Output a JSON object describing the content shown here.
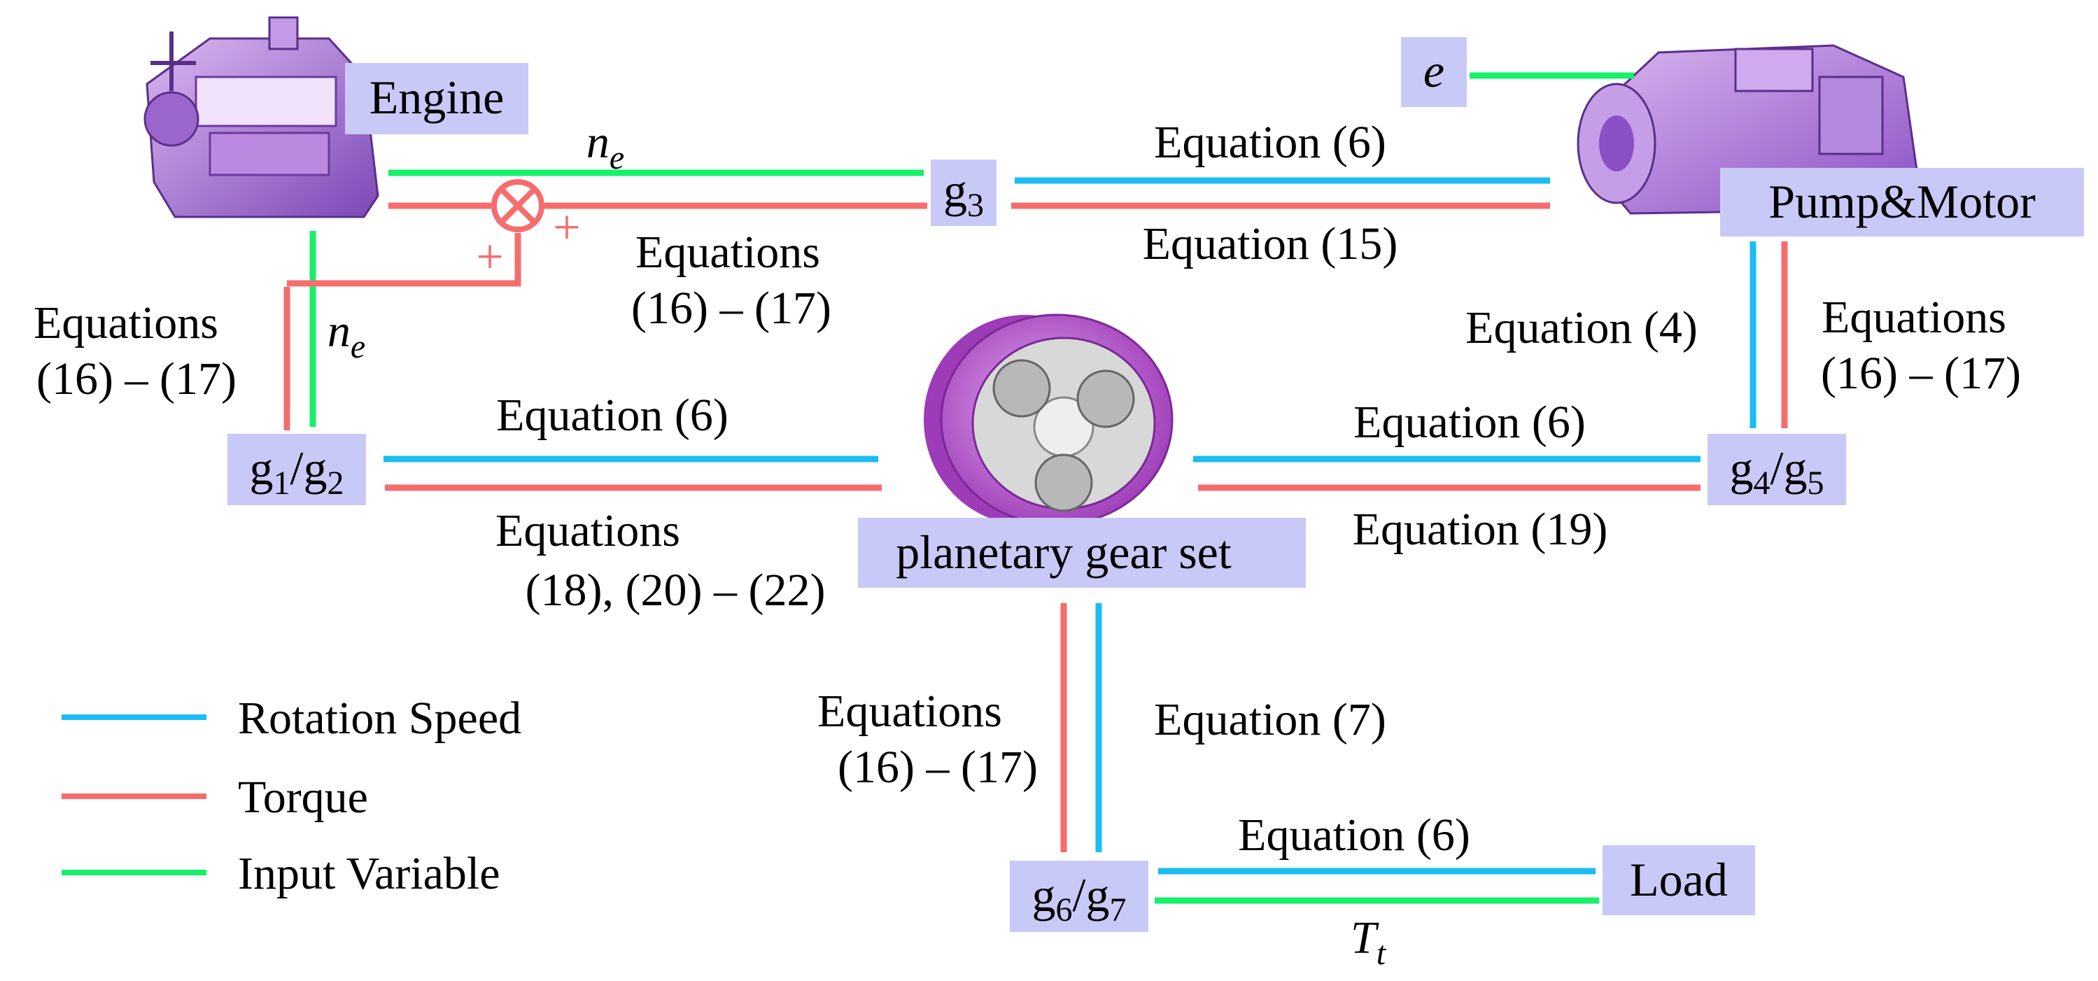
{
  "colors": {
    "rotation_speed": "#1bbdf2",
    "torque": "#f56d6d",
    "input_variable": "#17f06a",
    "node_box": "#c9c9f7",
    "component": "#a56ad6"
  },
  "nodes": {
    "engine": "Engine",
    "e_input": "e",
    "g3": {
      "base": "g",
      "sub": "3"
    },
    "pump_motor": "Pump&Motor",
    "g1g2": {
      "b1": "g",
      "s1": "1",
      "b2": "/g",
      "s2": "2"
    },
    "planetary": "planetary gear set",
    "g4g5": {
      "b1": "g",
      "s1": "4",
      "b2": "/g",
      "s2": "5"
    },
    "g6g7": {
      "b1": "g",
      "s1": "6",
      "b2": "/g",
      "s2": "7"
    },
    "load": "Load"
  },
  "edge_labels": {
    "ne_top": {
      "base": "n",
      "sub": "e"
    },
    "ne_left": {
      "base": "n",
      "sub": "e"
    },
    "tt_bottom": {
      "base": "T",
      "sub": "t"
    },
    "g3_pump_speed": "Equation (6)",
    "pump_g3_torque": "Equation (15)",
    "g3_engine_torque_l1": "Equations",
    "g3_engine_torque_l2": "(16) – (17)",
    "g1g2_engine_torque_l1": "Equations",
    "g1g2_engine_torque_l2": "(16) – (17)",
    "pump_g4g5_speed": "Equation (4)",
    "g4g5_pump_torque_l1": "Equations",
    "g4g5_pump_torque_l2": "(16) – (17)",
    "g1g2_planet_speed": "Equation (6)",
    "planet_g1g2_torque_l1": "Equations",
    "planet_g1g2_torque_l2": "(18), (20) – (22)",
    "g4g5_planet_speed": "Equation (6)",
    "planet_g4g5_torque": "Equation (19)",
    "planet_g6g7_speed": "Equation (7)",
    "g6g7_planet_torque_l1": "Equations",
    "g6g7_planet_torque_l2": "(16) – (17)",
    "g6g7_load_speed": "Equation (6)",
    "sum_plus_1": "+",
    "sum_plus_2": "+"
  },
  "legend": [
    {
      "label": "Rotation Speed",
      "color": "#1bbdf2"
    },
    {
      "label": "Torque",
      "color": "#f56d6d"
    },
    {
      "label": "Input Variable",
      "color": "#17f06a"
    }
  ]
}
